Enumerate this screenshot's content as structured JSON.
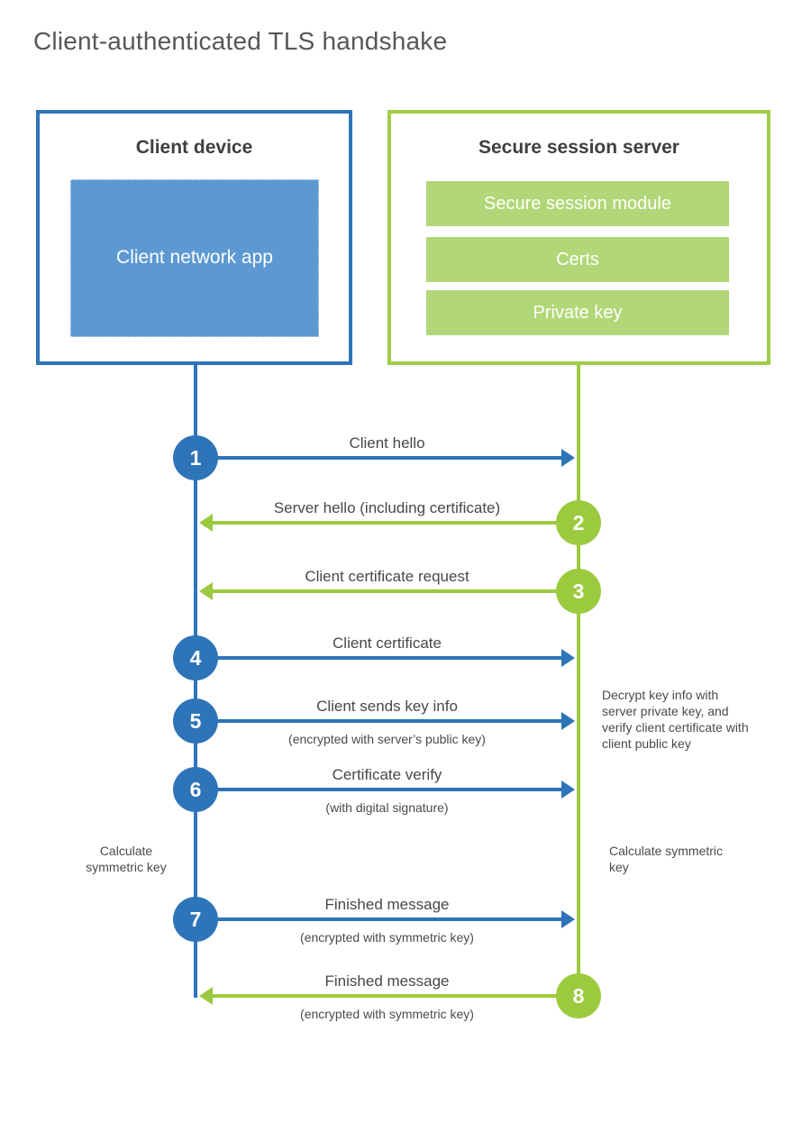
{
  "title": "Client-authenticated TLS handshake",
  "colors": {
    "blue_line": "#2e74b8",
    "blue_fill": "#5c99d3",
    "green_line": "#9cca3f",
    "green_fill": "#b2d778",
    "text_dark": "#3d3f42",
    "text_gray": "#4a4a4a"
  },
  "client_box": {
    "title": "Client device",
    "app_label": "Client network app"
  },
  "server_box": {
    "title": "Secure session server",
    "modules": [
      "Secure session module",
      "Certs",
      "Private key"
    ]
  },
  "messages": [
    {
      "num": "1",
      "label": "Client hello",
      "sub": "",
      "direction": "client-to-server",
      "color": "blue"
    },
    {
      "num": "2",
      "label": "Server hello (including certificate)",
      "sub": "",
      "direction": "server-to-client",
      "color": "green"
    },
    {
      "num": "3",
      "label": "Client certificate request",
      "sub": "",
      "direction": "server-to-client",
      "color": "green"
    },
    {
      "num": "4",
      "label": "Client certificate",
      "sub": "",
      "direction": "client-to-server",
      "color": "blue"
    },
    {
      "num": "5",
      "label": "Client sends key info",
      "sub": "(encrypted with server’s public key)",
      "direction": "client-to-server",
      "color": "blue"
    },
    {
      "num": "6",
      "label": "Certificate verify",
      "sub": "(with digital signature)",
      "direction": "client-to-server",
      "color": "blue"
    },
    {
      "num": "7",
      "label": "Finished message",
      "sub": "(encrypted with symmetric key)",
      "direction": "client-to-server",
      "color": "blue"
    },
    {
      "num": "8",
      "label": "Finished message",
      "sub": "(encrypted with symmetric key)",
      "direction": "server-to-client",
      "color": "green"
    }
  ],
  "annotations": {
    "decrypt_note": "Decrypt key info with server private key, and verify client certificate with client public key",
    "calc_left": "Calculate symmetric key",
    "calc_right": "Calculate symmetric key"
  }
}
